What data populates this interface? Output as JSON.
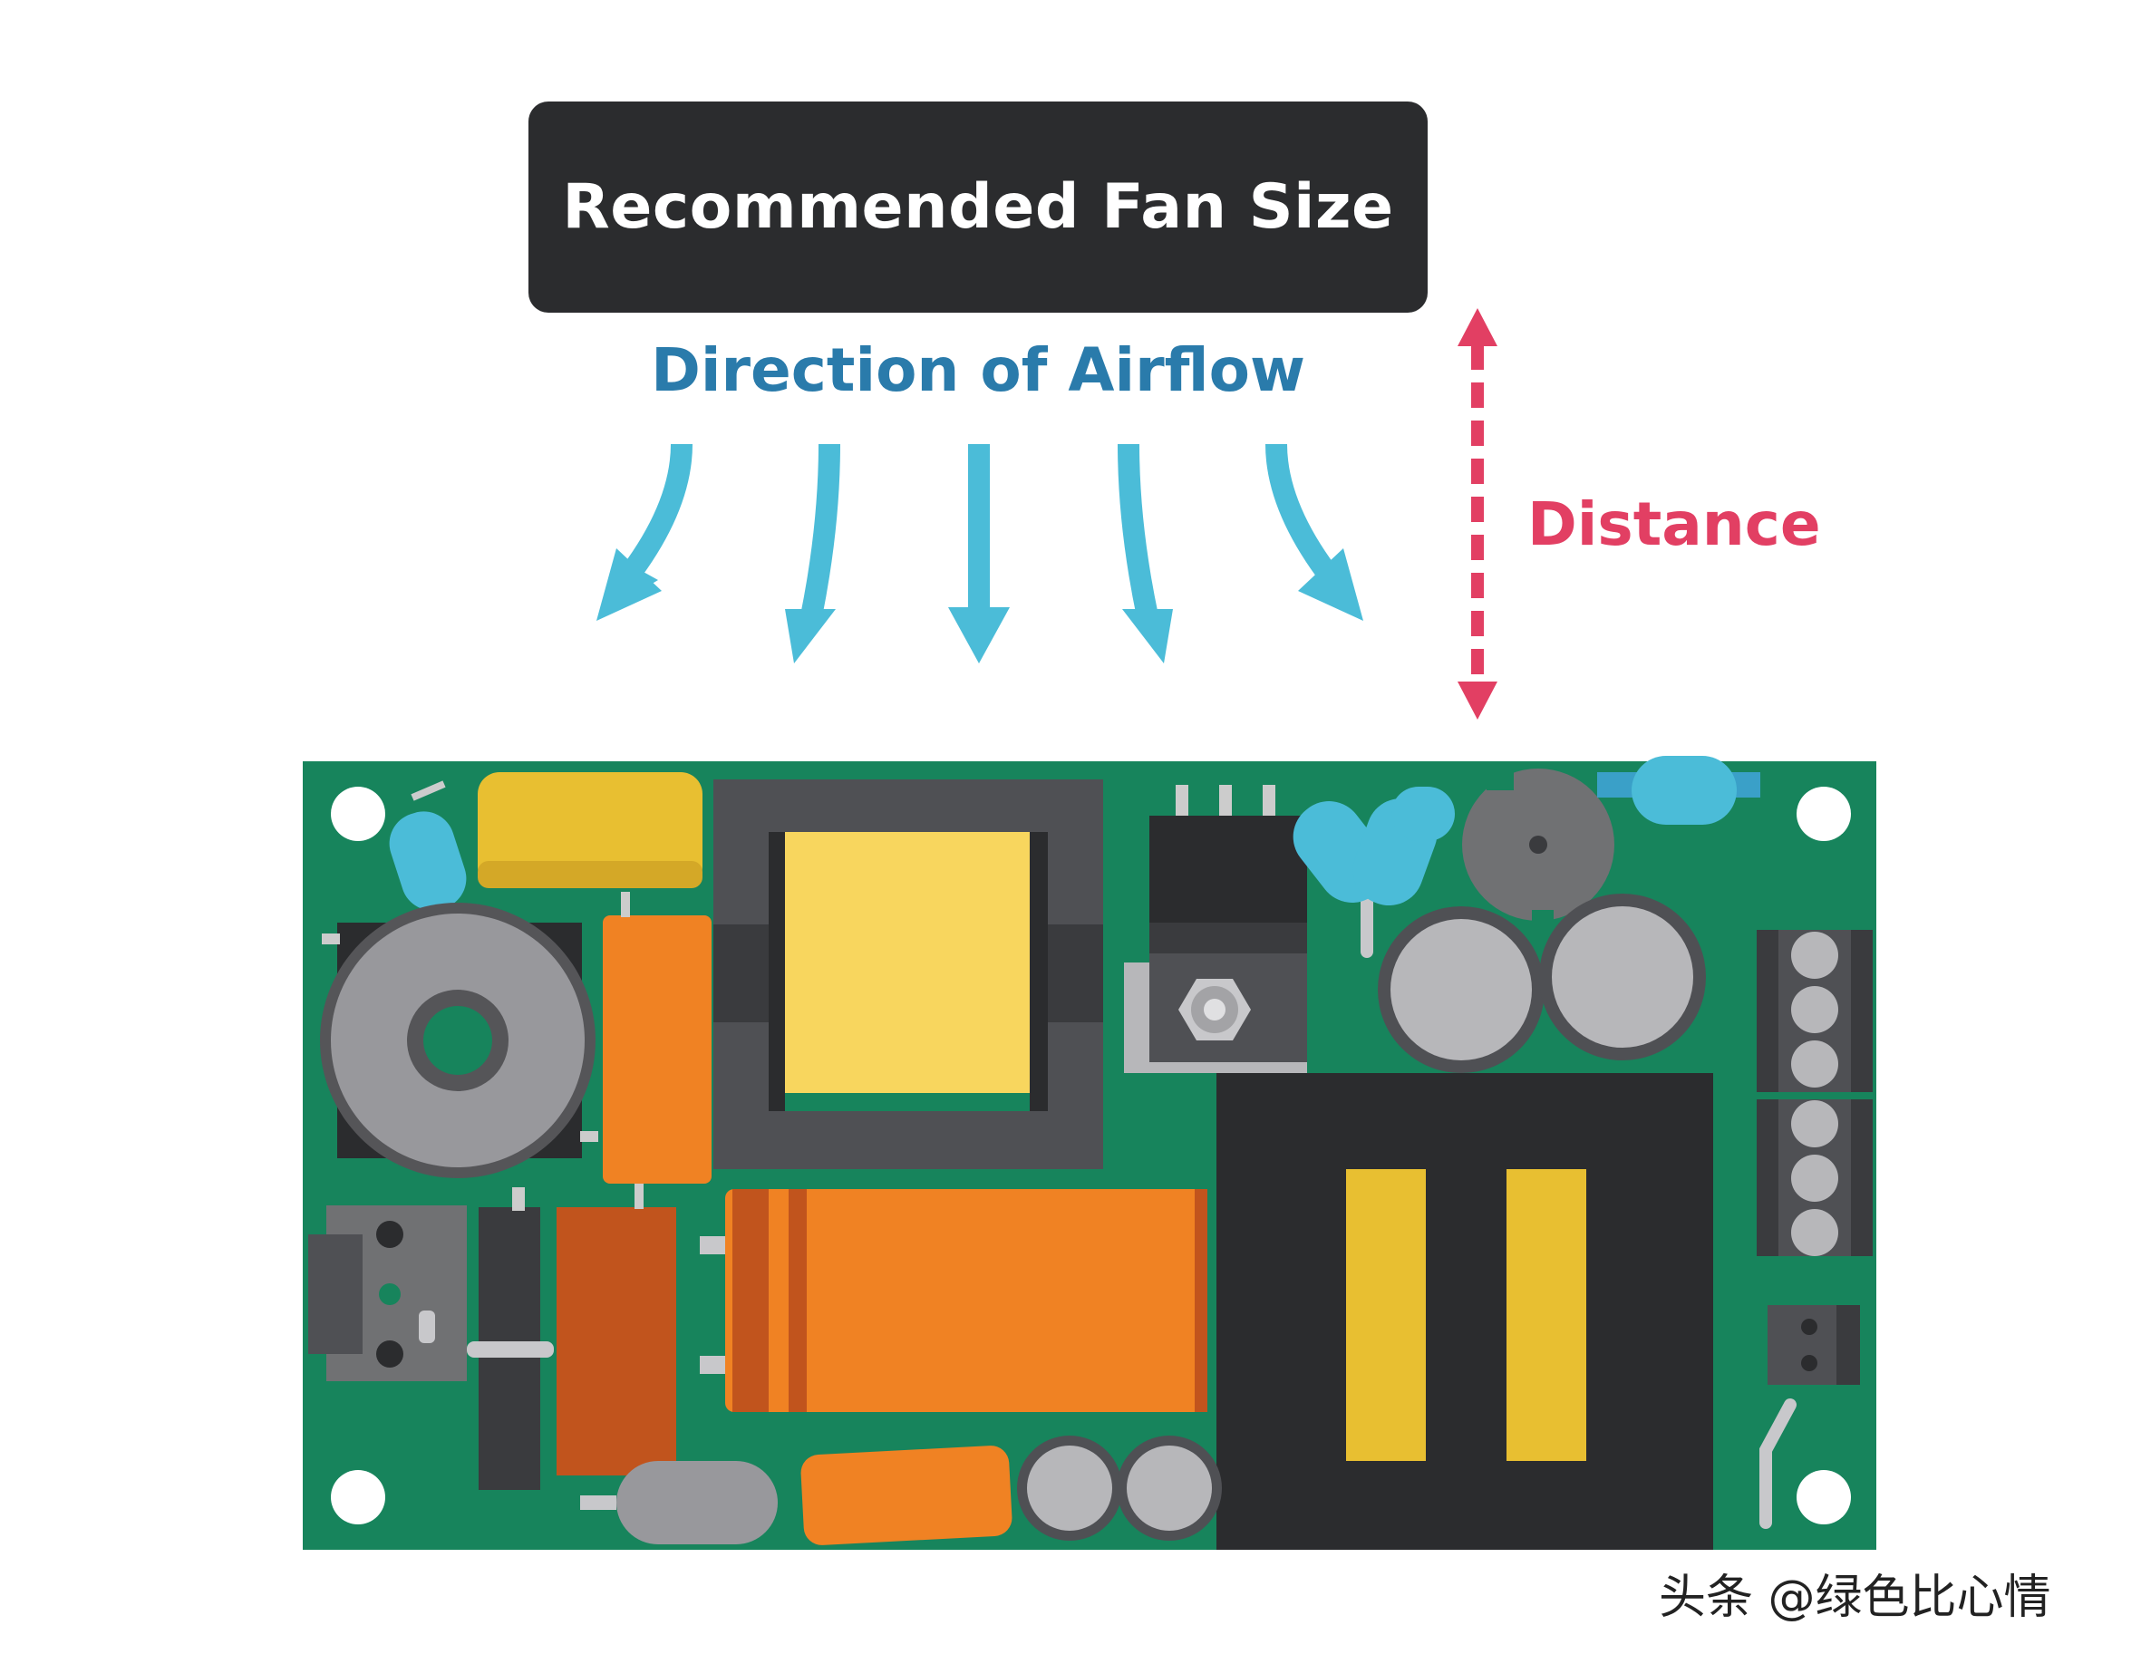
{
  "fan_box": {
    "label": "Recommended Fan Size"
  },
  "airflow": {
    "label": "Direction of Airflow"
  },
  "distance": {
    "label": "Distance"
  },
  "watermark": {
    "text": "头条 @绿色比心情"
  },
  "colors": {
    "fan_box": "#2b2c2e",
    "airflow": "#2a7bab",
    "airflow_arrows": "#4bbcd8",
    "distance": "#e23f63",
    "pcb": "#17845c"
  }
}
